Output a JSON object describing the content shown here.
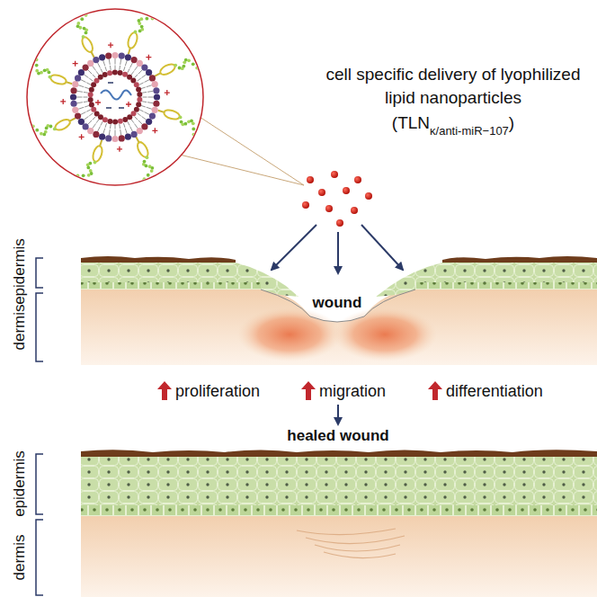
{
  "diagram": {
    "labels": [
      "cell specific delivery of lyophilized lipid nanoparticles",
      "(TLN",
      "κ/anti-miR−107",
      ")",
      "epidermis",
      "dermis",
      "wound",
      "proliferation",
      "migration",
      "differentiation",
      "healed wound",
      "epidermis",
      "dermis"
    ]
  }
}
